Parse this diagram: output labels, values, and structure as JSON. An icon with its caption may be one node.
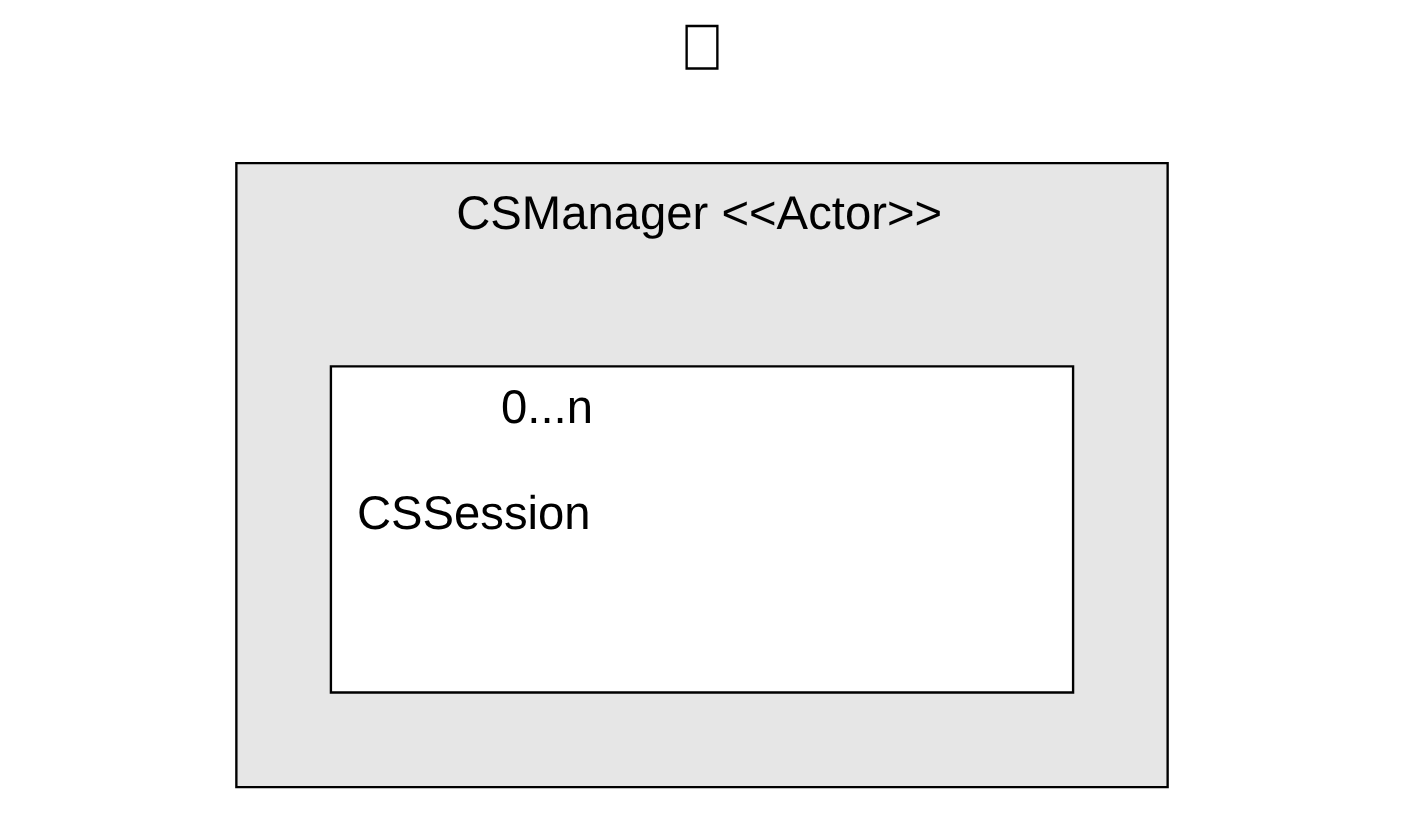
{
  "diagram": {
    "nodes": [
      {
        "text": [
          "CSManager <<Actor>>"
        ]
      },
      {
        "text": [
          "0...n",
          "CSSession"
        ],
        "in": 0
      },
      {
        "text": [],
        "shape": "box"
      }
    ]
  }
}
